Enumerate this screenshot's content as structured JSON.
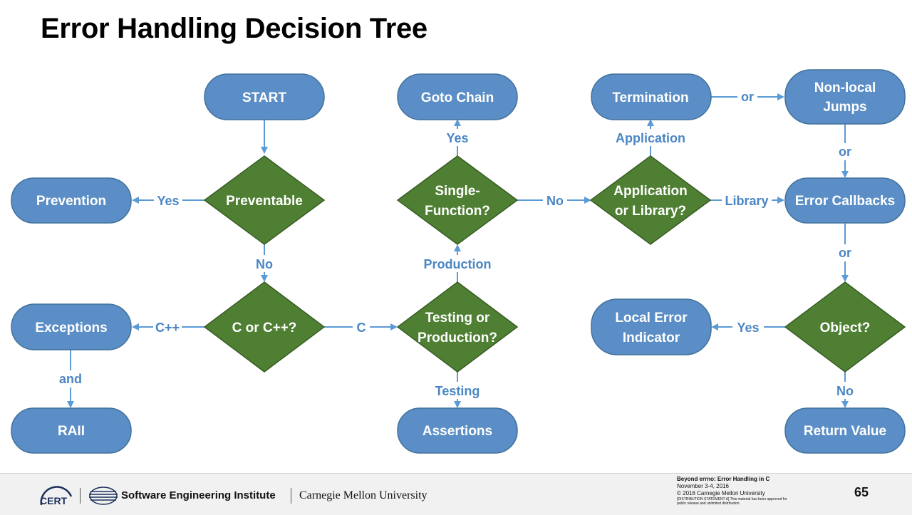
{
  "title": "Error Handling Decision Tree",
  "colors": {
    "terminal_fill": "#5b8ec6",
    "terminal_stroke": "#41719c",
    "decision_fill": "#4f7f33",
    "decision_stroke": "#375d22",
    "connector": "#5b9bd5",
    "label_text": "#4a86c4",
    "node_text": "#ffffff"
  },
  "nodes": {
    "start": "START",
    "prevention": "Prevention",
    "exceptions": "Exceptions",
    "raii": "RAII",
    "goto_chain": "Goto Chain",
    "assertions": "Assertions",
    "termination": "Termination",
    "nonlocal_jumps": [
      "Non-local",
      "Jumps"
    ],
    "error_callbacks": "Error Callbacks",
    "local_error_indicator": [
      "Local Error",
      "Indicator"
    ],
    "return_value": "Return Value",
    "preventable": "Preventable",
    "c_or_cpp": "C or C++?",
    "single_function": [
      "Single-",
      "Function?"
    ],
    "testing_or_production": [
      "Testing or",
      "Production?"
    ],
    "application_or_library": [
      "Application",
      "or Library?"
    ],
    "object": "Object?"
  },
  "edge_labels": {
    "yes_prevention": "Yes",
    "no_preventable": "No",
    "cpp": "C++",
    "c": "C",
    "and": "and",
    "production": "Production",
    "testing": "Testing",
    "yes_goto": "Yes",
    "no_single": "No",
    "application": "Application",
    "library": "Library",
    "or_term": "or",
    "or_jumps": "or",
    "or_callbacks": "or",
    "yes_object": "Yes",
    "no_object": "No"
  },
  "footer": {
    "cert_logo": "CERT",
    "sei": "Software Engineering Institute",
    "cmu": "Carnegie Mellon University",
    "talk_title": "Beyond errno: Error Handling in C",
    "date": "November 3-4, 2016",
    "copyright": "© 2016 Carnegie Mellon University",
    "distribution_1": "[DISTRIBUTION STATEMENT A] This material has been approved for",
    "distribution_2": "public release and unlimited distribution.",
    "page_number": "65"
  }
}
